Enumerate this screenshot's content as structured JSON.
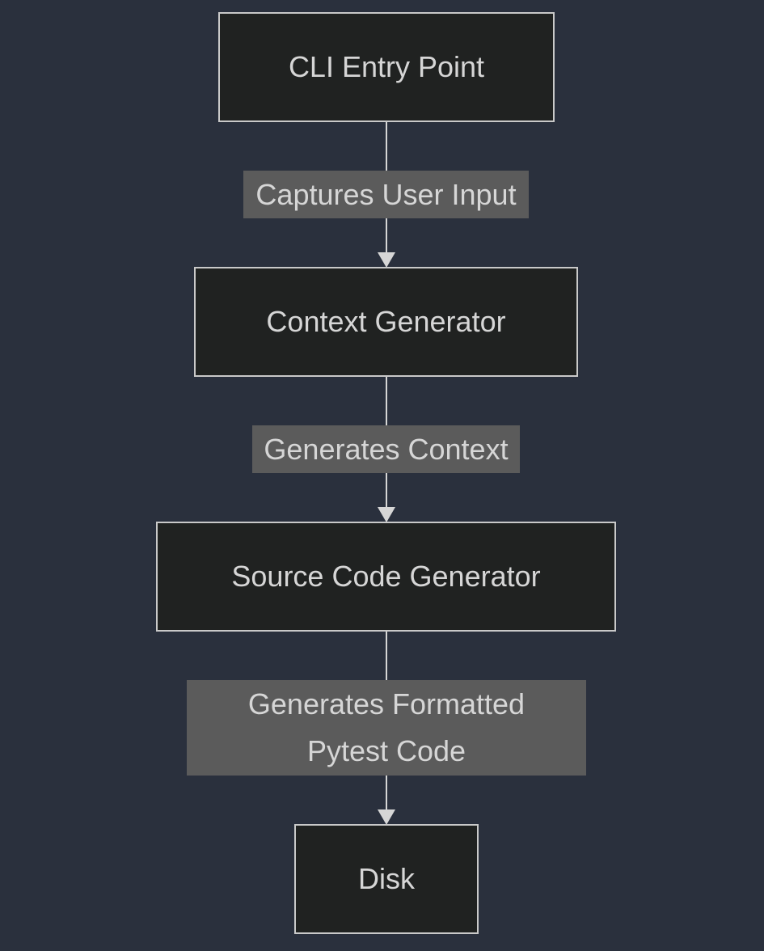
{
  "diagram": {
    "nodes": [
      {
        "id": "cli",
        "label": "CLI Entry Point"
      },
      {
        "id": "context",
        "label": "Context Generator"
      },
      {
        "id": "source",
        "label": "Source Code Generator"
      },
      {
        "id": "disk",
        "label": "Disk"
      }
    ],
    "edges": [
      {
        "from": "cli",
        "to": "context",
        "label_lines": [
          "Captures User Input"
        ]
      },
      {
        "from": "context",
        "to": "source",
        "label_lines": [
          "Generates Context"
        ]
      },
      {
        "from": "source",
        "to": "disk",
        "label_lines": [
          "Generates Formatted",
          "Pytest Code"
        ]
      }
    ]
  },
  "colors": {
    "background": "#2a303d",
    "node_fill": "#202221",
    "node_border": "#c9c9c9",
    "label_fill": "#5b5b5b",
    "text": "#d6d6d6",
    "edge": "#d6d6d6"
  }
}
